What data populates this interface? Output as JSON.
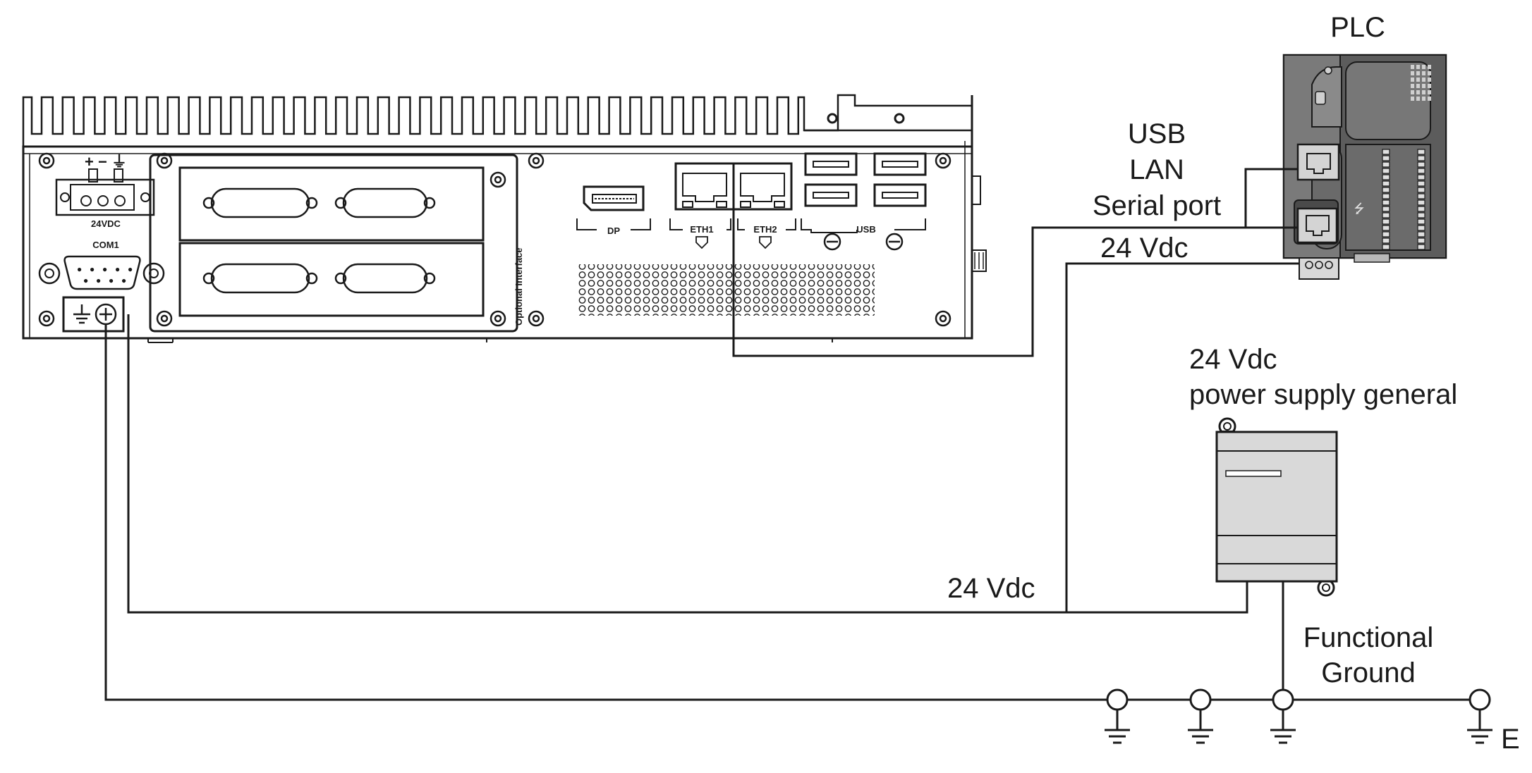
{
  "diagram": {
    "plc": {
      "title": "PLC"
    },
    "connection": {
      "line1": "USB",
      "line2": "LAN",
      "line3": "Serial port"
    },
    "plc_power_label": "24 Vdc",
    "ipc_power_label": "24 Vdc",
    "power_supply": {
      "line1": "24 Vdc",
      "line2": "power supply general"
    },
    "functional_ground": {
      "line1": "Functional",
      "line2": "Ground"
    },
    "earth_label": "E",
    "ipc": {
      "power_terminal_label": "24VDC",
      "power_polarity": "+ − ⏚",
      "com_label": "COM1",
      "optional_interface_label": "Optional Interface",
      "dp_label": "DP",
      "eth1_label": "ETH1",
      "eth2_label": "ETH2",
      "usb_label": "USB"
    }
  }
}
